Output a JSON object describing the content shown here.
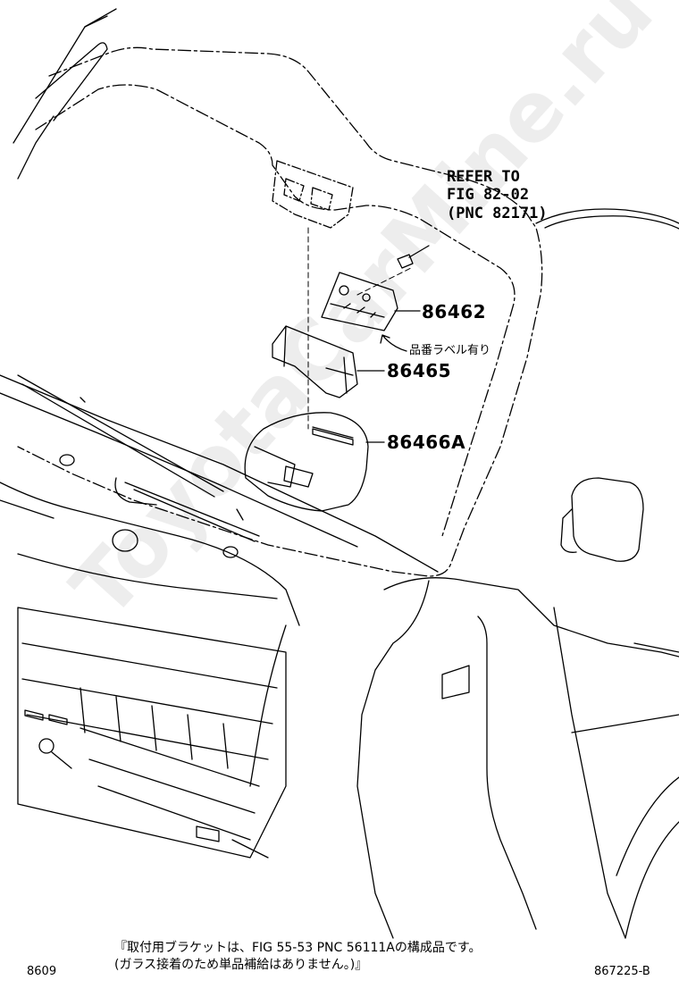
{
  "callouts": {
    "refer_line1": "REFER TO",
    "refer_line2": "FIG 82-02",
    "refer_line3": "(PNC 82171)",
    "part_86462": "86462",
    "part_86465": "86465",
    "part_86466a": "86466A",
    "label_note": "品番ラベル有り"
  },
  "footnote": {
    "line1": "『取付用ブラケットは、FIG 55-53 PNC 56111Aの構成品です。",
    "line2": "(ガラス接着のため単品補給はありません。)』"
  },
  "codes": {
    "left": "8609",
    "right": "867225-B"
  },
  "watermark": "ToyotaCarMine.ru",
  "colors": {
    "line": "#000000",
    "watermark": "#d8d8d8",
    "background": "#ffffff"
  }
}
